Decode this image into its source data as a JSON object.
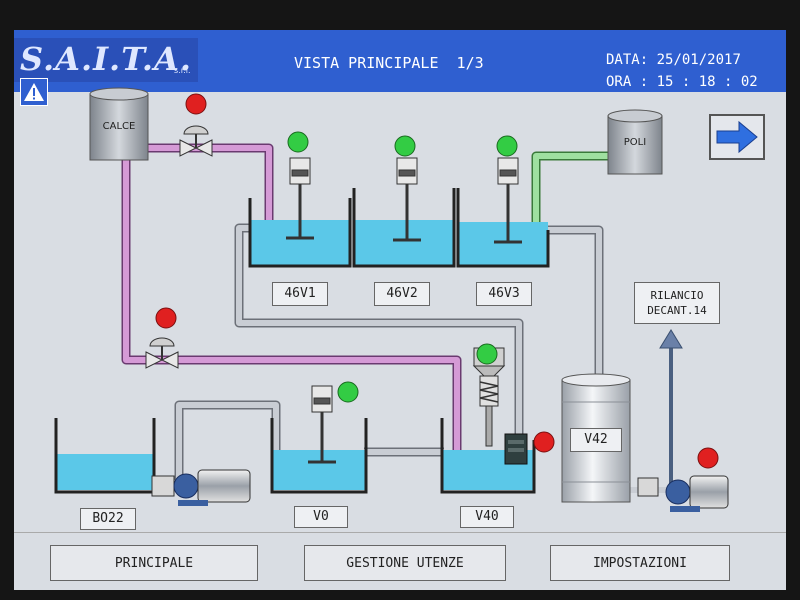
{
  "header": {
    "logo": "S.A.I.T.A.",
    "logo_suffix": "s.r.l.",
    "title": "VISTA PRINCIPALE  1/3",
    "date_label": "DATA:",
    "date_value": "25/01/2017",
    "time_label": "ORA :",
    "time_value": "15 : 18 : 02"
  },
  "tanks": {
    "calce": "CALCE",
    "poli": "POLI",
    "t46v1": "46V1",
    "t46v2": "46V2",
    "t46v3": "46V3",
    "b022": "BO22",
    "v0": "V0",
    "v40": "V40",
    "v42": "V42"
  },
  "rilancio": {
    "line1": "RILANCIO",
    "line2": "DECANT.14"
  },
  "footer": {
    "principale": "PRINCIPALE",
    "gestione": "GESTIONE UTENZE",
    "impostazioni": "IMPOSTAZIONI"
  },
  "colors": {
    "header": "#2f5fd0",
    "water": "#5bc8e8",
    "pipe_grey": "#c9cdd4",
    "pipe_lime": "#d59ad6",
    "pipe_poly": "#9fe0a0",
    "status_on": "#33cc44",
    "status_off": "#e02020"
  }
}
